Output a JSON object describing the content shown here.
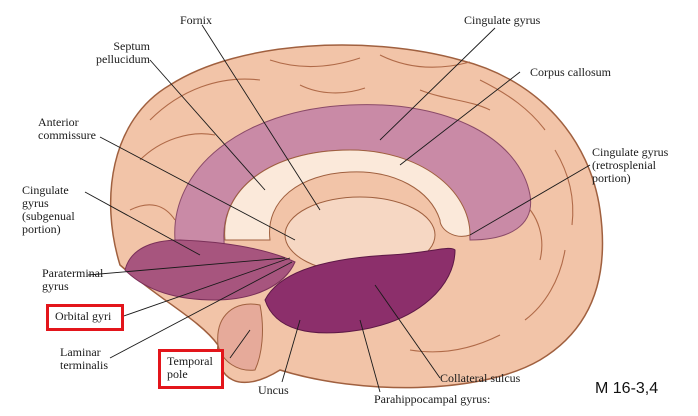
{
  "labels": {
    "fornix": "Fornix",
    "cingulate_gyrus": "Cingulate gyrus",
    "septum_pellucidum": "Septum\npellucidum",
    "corpus_callosum": "Corpus callosum",
    "anterior_commissure": "Anterior\ncommissure",
    "cingulate_retrosplenial": "Cingulate gyrus\n(retrosplenial\nportion)",
    "cingulate_subgenual": "Cingulate\ngyrus\n(subgenual\nportion)",
    "paraterminal_gyrus": "Paraterminal\ngyrus",
    "orbital_gyri": "Orbital gyri",
    "laminar_terminalis": "Laminar\nterminalis",
    "temporal_pole": "Temporal\npole",
    "uncus": "Uncus",
    "collateral_sulcus": "Collateral sulcus",
    "parahippocampal_gyrus": "Parahippocampal gyrus:",
    "figure_ref": "M 16-3,4"
  },
  "colors": {
    "brain_tissue": "#f2c4a8",
    "gyrus_outline": "#a0603f",
    "cingulate": "#c98aa6",
    "parahippocampal": "#8c2f6b",
    "callosum": "#fbe9da",
    "highlight_box": "#e3151b"
  }
}
